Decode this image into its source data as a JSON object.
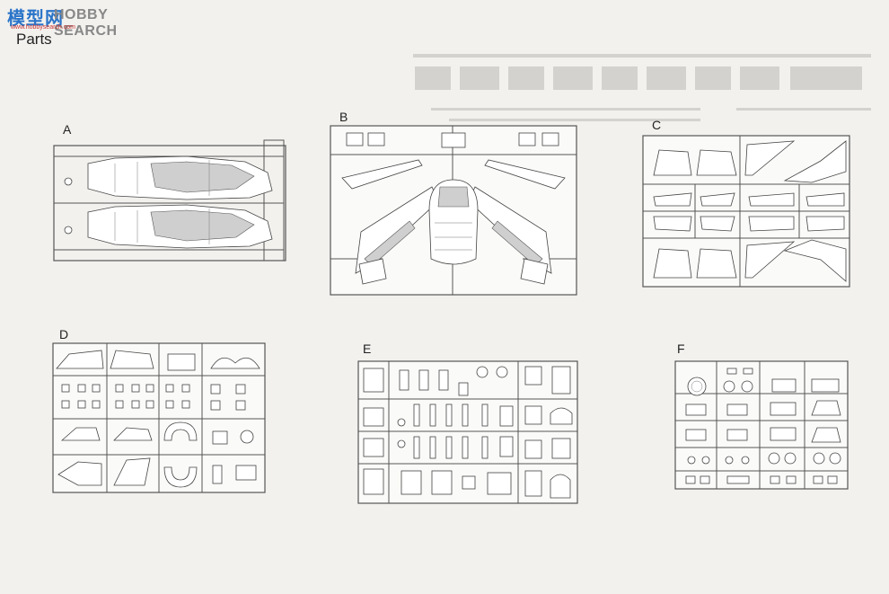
{
  "watermark": {
    "cn": "模型网",
    "en": "HOBBY SEARCH",
    "url": "www.hobbysearch.com"
  },
  "page_title": "Parts",
  "sprues": [
    {
      "label": "A"
    },
    {
      "label": "B"
    },
    {
      "label": "C"
    },
    {
      "label": "D"
    },
    {
      "label": "E"
    },
    {
      "label": "F"
    }
  ]
}
